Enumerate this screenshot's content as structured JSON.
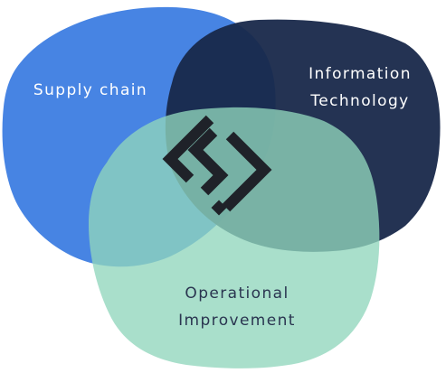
{
  "diagram": {
    "colors": {
      "background": "#ffffff",
      "supply_chain": "#3f7fe2",
      "information_technology": "#18284a",
      "operational_improvement": "#91d6bd",
      "logo": "#1f2229",
      "label_light": "#ffffff",
      "label_dark": "#2a3550"
    },
    "circles": [
      {
        "id": "supply-chain",
        "label_lines": [
          "Supply chain"
        ]
      },
      {
        "id": "information-technology",
        "label_lines": [
          "Information",
          "Technology"
        ]
      },
      {
        "id": "operational-improvement",
        "label_lines": [
          "Operational",
          "Improvement"
        ]
      }
    ],
    "center_icon": "interlocking-s-logo-icon"
  }
}
